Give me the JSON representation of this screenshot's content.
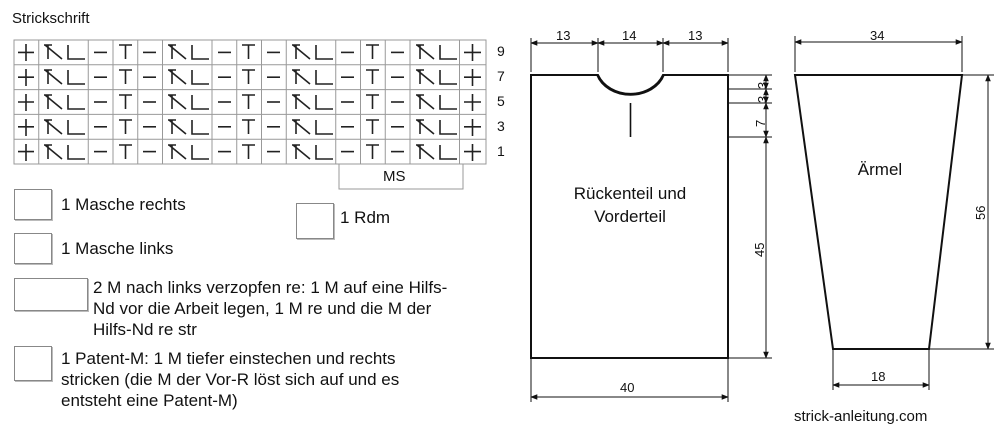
{
  "chart_title": "Strickschrift",
  "row_numbers": [
    "9",
    "7",
    "5",
    "3",
    "1"
  ],
  "ms_label": "MS",
  "legend": {
    "knit": "1 Masche rechts",
    "purl": "1 Masche links",
    "edge": "1 Rdm",
    "cable_lines": [
      "2 M nach links verzopfen re: 1 M auf eine Hilfs-",
      "Nd vor die Arbeit legen, 1 M re und die M der",
      "Hilfs-Nd re str"
    ],
    "patent_lines": [
      "1 Patent-M: 1 M tiefer einstechen und rechts",
      "stricken (die M der Vor-R löst sich auf und es",
      "entsteht eine Patent-M)"
    ]
  },
  "body_piece": {
    "label_lines": [
      "Rückenteil und",
      "Vorderteil"
    ],
    "dims": {
      "top_left": "13",
      "top_center": "14",
      "top_right": "13",
      "right_1": "3",
      "right_2": "3",
      "right_3": "7",
      "height": "45",
      "bottom": "40"
    }
  },
  "sleeve_piece": {
    "label": "Ärmel",
    "dims": {
      "top": "34",
      "height": "56",
      "bottom": "18"
    }
  },
  "website": "strick-anleitung.com"
}
